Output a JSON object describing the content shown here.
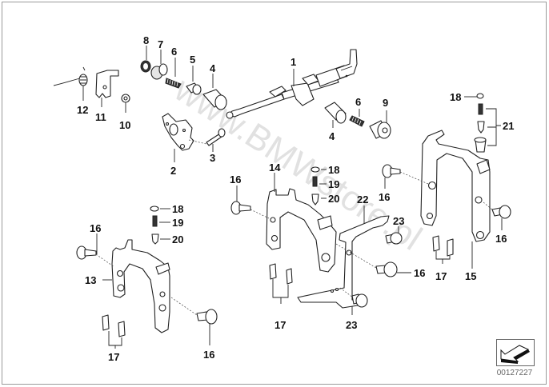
{
  "diagram": {
    "watermark": "www.BMWstore.pl",
    "document_number": "00127227",
    "nav_icon": "arrow-down-left-icon"
  },
  "callouts": {
    "c1": "1",
    "c2": "2",
    "c3": "3",
    "c4a": "4",
    "c4b": "4",
    "c5": "5",
    "c6a": "6",
    "c6b": "6",
    "c7": "7",
    "c8": "8",
    "c9": "9",
    "c10": "10",
    "c11": "11",
    "c12": "12",
    "c13": "13",
    "c14": "14",
    "c15": "15",
    "c16a": "16",
    "c16b": "16",
    "c16c": "16",
    "c16d": "16",
    "c16e": "16",
    "c16f": "16",
    "c17a": "17",
    "c17b": "17",
    "c17c": "17",
    "c18a": "18",
    "c18b": "18",
    "c18c": "18",
    "c19a": "19",
    "c19b": "19",
    "c20a": "20",
    "c20b": "20",
    "c21": "21",
    "c22": "22",
    "c23a": "23",
    "c23b": "23"
  }
}
